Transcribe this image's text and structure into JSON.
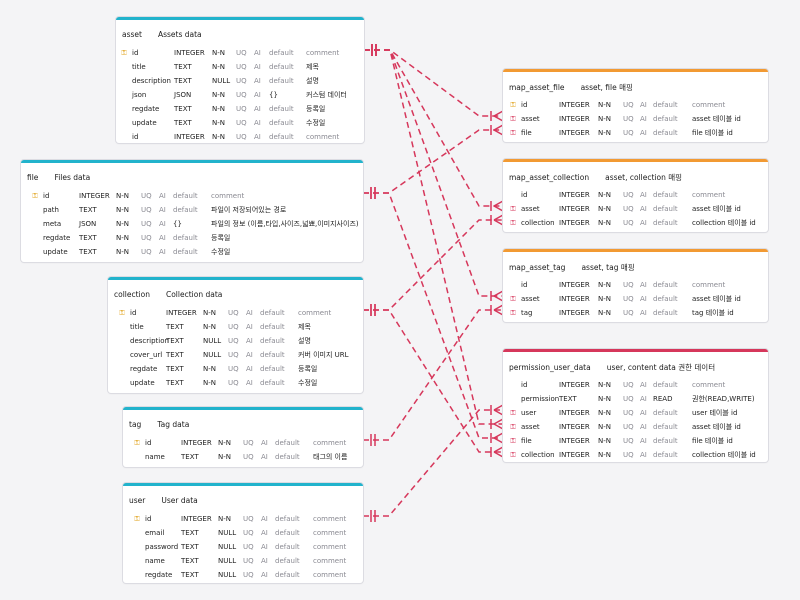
{
  "tables": [
    {
      "id": "asset",
      "name": "asset",
      "title": "Assets data",
      "accent": "cyan",
      "rows": [
        {
          "key": "pk",
          "name": "id",
          "type": "INTEGER",
          "null": "N-N",
          "uq": "UQ",
          "ai": "AI",
          "default": "default",
          "comment": "comment"
        },
        {
          "key": "",
          "name": "title",
          "type": "TEXT",
          "null": "N-N",
          "uq": "UQ",
          "ai": "AI",
          "default": "default",
          "comment": "제목"
        },
        {
          "key": "",
          "name": "description",
          "type": "TEXT",
          "null": "NULL",
          "uq": "UQ",
          "ai": "AI",
          "default": "default",
          "comment": "설명"
        },
        {
          "key": "",
          "name": "json",
          "type": "JSON",
          "null": "N-N",
          "uq": "UQ",
          "ai": "AI",
          "default": "{}",
          "comment": "커스텀 데이터"
        },
        {
          "key": "",
          "name": "regdate",
          "type": "TEXT",
          "null": "N-N",
          "uq": "UQ",
          "ai": "AI",
          "default": "default",
          "comment": "등록일"
        },
        {
          "key": "",
          "name": "update",
          "type": "TEXT",
          "null": "N-N",
          "uq": "UQ",
          "ai": "AI",
          "default": "default",
          "comment": "수정일"
        },
        {
          "key": "",
          "name": "id",
          "type": "INTEGER",
          "null": "N-N",
          "uq": "UQ",
          "ai": "AI",
          "default": "default",
          "comment": "comment"
        }
      ]
    },
    {
      "id": "file",
      "name": "file",
      "title": "Files data",
      "accent": "cyan",
      "rows": [
        {
          "key": "pk",
          "name": "id",
          "type": "INTEGER",
          "null": "N-N",
          "uq": "UQ",
          "ai": "AI",
          "default": "default",
          "comment": "comment"
        },
        {
          "key": "",
          "name": "path",
          "type": "TEXT",
          "null": "N-N",
          "uq": "UQ",
          "ai": "AI",
          "default": "default",
          "comment": "파일이 저장되어있는 경로"
        },
        {
          "key": "",
          "name": "meta",
          "type": "JSON",
          "null": "N-N",
          "uq": "UQ",
          "ai": "AI",
          "default": "{}",
          "comment": "파일의 정보 (이름,타입,사이즈,넓뾰,이미지사이즈)"
        },
        {
          "key": "",
          "name": "regdate",
          "type": "TEXT",
          "null": "N-N",
          "uq": "UQ",
          "ai": "AI",
          "default": "default",
          "comment": "등록일"
        },
        {
          "key": "",
          "name": "update",
          "type": "TEXT",
          "null": "N-N",
          "uq": "UQ",
          "ai": "AI",
          "default": "default",
          "comment": "수정일"
        }
      ]
    },
    {
      "id": "collection",
      "name": "collection",
      "title": "Collection data",
      "accent": "cyan",
      "rows": [
        {
          "key": "pk",
          "name": "id",
          "type": "INTEGER",
          "null": "N-N",
          "uq": "UQ",
          "ai": "AI",
          "default": "default",
          "comment": "comment"
        },
        {
          "key": "",
          "name": "title",
          "type": "TEXT",
          "null": "N-N",
          "uq": "UQ",
          "ai": "AI",
          "default": "default",
          "comment": "제목"
        },
        {
          "key": "",
          "name": "description",
          "type": "TEXT",
          "null": "NULL",
          "uq": "UQ",
          "ai": "AI",
          "default": "default",
          "comment": "설명"
        },
        {
          "key": "",
          "name": "cover_url",
          "type": "TEXT",
          "null": "NULL",
          "uq": "UQ",
          "ai": "AI",
          "default": "default",
          "comment": "커버 이미지 URL"
        },
        {
          "key": "",
          "name": "regdate",
          "type": "TEXT",
          "null": "N-N",
          "uq": "UQ",
          "ai": "AI",
          "default": "default",
          "comment": "등록일"
        },
        {
          "key": "",
          "name": "update",
          "type": "TEXT",
          "null": "N-N",
          "uq": "UQ",
          "ai": "AI",
          "default": "default",
          "comment": "수정일"
        }
      ]
    },
    {
      "id": "tag",
      "name": "tag",
      "title": "Tag data",
      "accent": "cyan",
      "rows": [
        {
          "key": "pk",
          "name": "id",
          "type": "INTEGER",
          "null": "N-N",
          "uq": "UQ",
          "ai": "AI",
          "default": "default",
          "comment": "comment"
        },
        {
          "key": "",
          "name": "name",
          "type": "TEXT",
          "null": "N-N",
          "uq": "UQ",
          "ai": "AI",
          "default": "default",
          "comment": "태그의 이름"
        }
      ]
    },
    {
      "id": "user",
      "name": "user",
      "title": "User data",
      "accent": "cyan",
      "rows": [
        {
          "key": "pk",
          "name": "id",
          "type": "INTEGER",
          "null": "N-N",
          "uq": "UQ",
          "ai": "AI",
          "default": "default",
          "comment": "comment"
        },
        {
          "key": "",
          "name": "email",
          "type": "TEXT",
          "null": "NULL",
          "uq": "UQ",
          "ai": "AI",
          "default": "default",
          "comment": "comment"
        },
        {
          "key": "",
          "name": "password",
          "type": "TEXT",
          "null": "NULL",
          "uq": "UQ",
          "ai": "AI",
          "default": "default",
          "comment": "comment"
        },
        {
          "key": "",
          "name": "name",
          "type": "TEXT",
          "null": "NULL",
          "uq": "UQ",
          "ai": "AI",
          "default": "default",
          "comment": "comment"
        },
        {
          "key": "",
          "name": "regdate",
          "type": "TEXT",
          "null": "NULL",
          "uq": "UQ",
          "ai": "AI",
          "default": "default",
          "comment": "comment"
        }
      ]
    },
    {
      "id": "map_asset_file",
      "name": "map_asset_file",
      "title": "asset, file 매핑",
      "accent": "orange",
      "rows": [
        {
          "key": "pk",
          "name": "id",
          "type": "INTEGER",
          "null": "N-N",
          "uq": "UQ",
          "ai": "AI",
          "default": "default",
          "comment": "comment"
        },
        {
          "key": "fk",
          "name": "asset",
          "type": "INTEGER",
          "null": "N-N",
          "uq": "UQ",
          "ai": "AI",
          "default": "default",
          "comment": "asset 테이블 id"
        },
        {
          "key": "fk",
          "name": "file",
          "type": "INTEGER",
          "null": "N-N",
          "uq": "UQ",
          "ai": "AI",
          "default": "default",
          "comment": "file 테이블 id"
        }
      ]
    },
    {
      "id": "map_asset_collection",
      "name": "map_asset_collection",
      "title": "asset, collection 매핑",
      "accent": "orange",
      "rows": [
        {
          "key": "",
          "name": "id",
          "type": "INTEGER",
          "null": "N-N",
          "uq": "UQ",
          "ai": "AI",
          "default": "default",
          "comment": "comment"
        },
        {
          "key": "fk",
          "name": "asset",
          "type": "INTEGER",
          "null": "N-N",
          "uq": "UQ",
          "ai": "AI",
          "default": "default",
          "comment": "asset 테이블 id"
        },
        {
          "key": "fk",
          "name": "collection",
          "type": "INTEGER",
          "null": "N-N",
          "uq": "UQ",
          "ai": "AI",
          "default": "default",
          "comment": "collection 테이블 id"
        }
      ]
    },
    {
      "id": "map_asset_tag",
      "name": "map_asset_tag",
      "title": "asset, tag 매핑",
      "accent": "orange",
      "rows": [
        {
          "key": "",
          "name": "id",
          "type": "INTEGER",
          "null": "N-N",
          "uq": "UQ",
          "ai": "AI",
          "default": "default",
          "comment": "comment"
        },
        {
          "key": "fk",
          "name": "asset",
          "type": "INTEGER",
          "null": "N-N",
          "uq": "UQ",
          "ai": "AI",
          "default": "default",
          "comment": "asset 테이블 id"
        },
        {
          "key": "fk",
          "name": "tag",
          "type": "INTEGER",
          "null": "N-N",
          "uq": "UQ",
          "ai": "AI",
          "default": "default",
          "comment": "tag 테이블 id"
        }
      ]
    },
    {
      "id": "permission_user_data",
      "name": "permission_user_data",
      "title": "user, content data 권한 데이터",
      "accent": "red",
      "rows": [
        {
          "key": "",
          "name": "id",
          "type": "INTEGER",
          "null": "N-N",
          "uq": "UQ",
          "ai": "AI",
          "default": "default",
          "comment": "comment"
        },
        {
          "key": "",
          "name": "permission",
          "type": "TEXT",
          "null": "N-N",
          "uq": "UQ",
          "ai": "AI",
          "default": "READ",
          "comment": "권한(READ,WRITE)"
        },
        {
          "key": "fk",
          "name": "user",
          "type": "INTEGER",
          "null": "N-N",
          "uq": "UQ",
          "ai": "AI",
          "default": "default",
          "comment": "user 테이블 id"
        },
        {
          "key": "fk",
          "name": "asset",
          "type": "INTEGER",
          "null": "N-N",
          "uq": "UQ",
          "ai": "AI",
          "default": "default",
          "comment": "asset 테이블 id"
        },
        {
          "key": "fk",
          "name": "file",
          "type": "INTEGER",
          "null": "N-N",
          "uq": "UQ",
          "ai": "AI",
          "default": "default",
          "comment": "file 테이블 id"
        },
        {
          "key": "fk",
          "name": "collection",
          "type": "INTEGER",
          "null": "N-N",
          "uq": "UQ",
          "ai": "AI",
          "default": "default",
          "comment": "collection 테이블 id"
        }
      ]
    }
  ],
  "relations": [
    {
      "from": "asset",
      "fromRow": 0,
      "to": "map_asset_file",
      "toRow": 1
    },
    {
      "from": "asset",
      "fromRow": 0,
      "to": "map_asset_collection",
      "toRow": 1
    },
    {
      "from": "asset",
      "fromRow": 0,
      "to": "map_asset_tag",
      "toRow": 1
    },
    {
      "from": "asset",
      "fromRow": 0,
      "to": "permission_user_data",
      "toRow": 3
    },
    {
      "from": "file",
      "fromRow": 0,
      "to": "map_asset_file",
      "toRow": 2
    },
    {
      "from": "file",
      "fromRow": 0,
      "to": "permission_user_data",
      "toRow": 4
    },
    {
      "from": "collection",
      "fromRow": 0,
      "to": "map_asset_collection",
      "toRow": 2
    },
    {
      "from": "collection",
      "fromRow": 0,
      "to": "permission_user_data",
      "toRow": 5
    },
    {
      "from": "tag",
      "fromRow": 0,
      "to": "map_asset_tag",
      "toRow": 2
    },
    {
      "from": "user",
      "fromRow": 0,
      "to": "permission_user_data",
      "toRow": 2
    }
  ],
  "icons": {
    "pk": "key-icon",
    "fk": "foreign-key-icon"
  },
  "colors": {
    "cyan": "#22b3cc",
    "orange": "#f29a33",
    "red": "#d6375b",
    "relation": "#d6375b",
    "pk_key": "#e0a21a"
  }
}
